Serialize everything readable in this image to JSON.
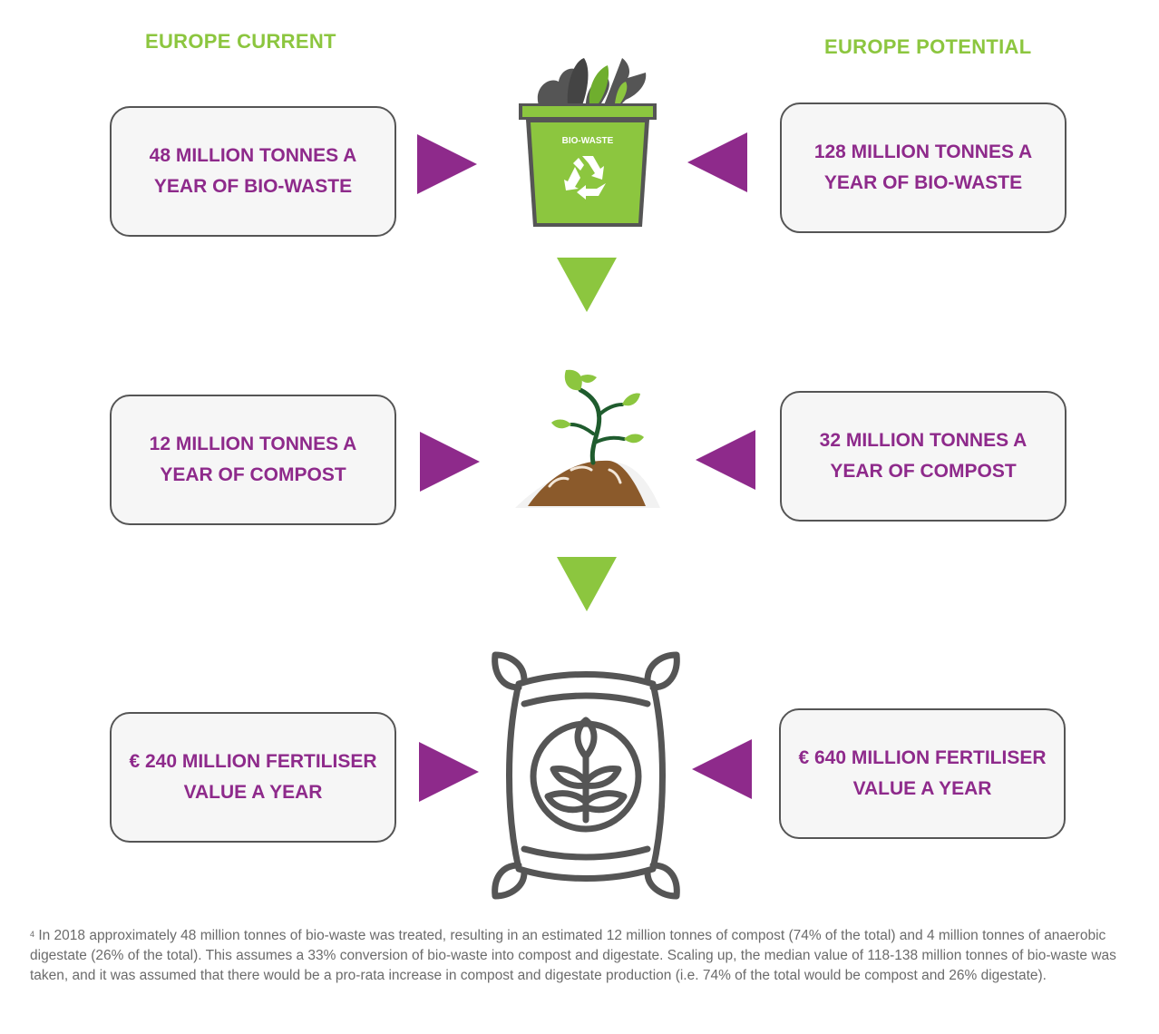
{
  "columns": {
    "current": "EUROPE CURRENT",
    "potential": "EUROPE POTENTIAL"
  },
  "rows": [
    {
      "current": [
        "48 MILLION TONNES A",
        "YEAR OF BIO-WASTE"
      ],
      "potential": [
        "128 MILLION TONNES A",
        "YEAR OF BIO-WASTE"
      ],
      "icon": "bio-waste-bin-icon"
    },
    {
      "current": [
        "12 MILLION TONNES A",
        "YEAR OF COMPOST"
      ],
      "potential": [
        "32 MILLION TONNES A",
        "YEAR OF COMPOST"
      ],
      "icon": "seedling-compost-icon"
    },
    {
      "current": [
        "€ 240 MILLION FERTILISER",
        "VALUE A YEAR"
      ],
      "potential": [
        "€ 640 MILLION FERTILISER",
        "VALUE A YEAR"
      ],
      "icon": "fertiliser-bag-icon"
    }
  ],
  "bin_label": "BIO-WASTE",
  "colors": {
    "green": "#8cc63f",
    "purple": "#8e2a8b",
    "border": "#555555",
    "soil": "#8b5a2b"
  },
  "footnote": {
    "marker": "4",
    "text": "In 2018 approximately 48 million tonnes of bio-waste was treated, resulting in an estimated 12 million tonnes of compost (74% of the total) and 4 million tonnes of anaerobic digestate (26% of the total). This assumes a 33% conversion of bio-waste into compost and digestate. Scaling up, the median value of 118-138 million tonnes of bio-waste was taken, and it was assumed that there would be a pro-rata increase in compost and digestate production (i.e. 74% of the total would be compost and 26% digestate)."
  }
}
